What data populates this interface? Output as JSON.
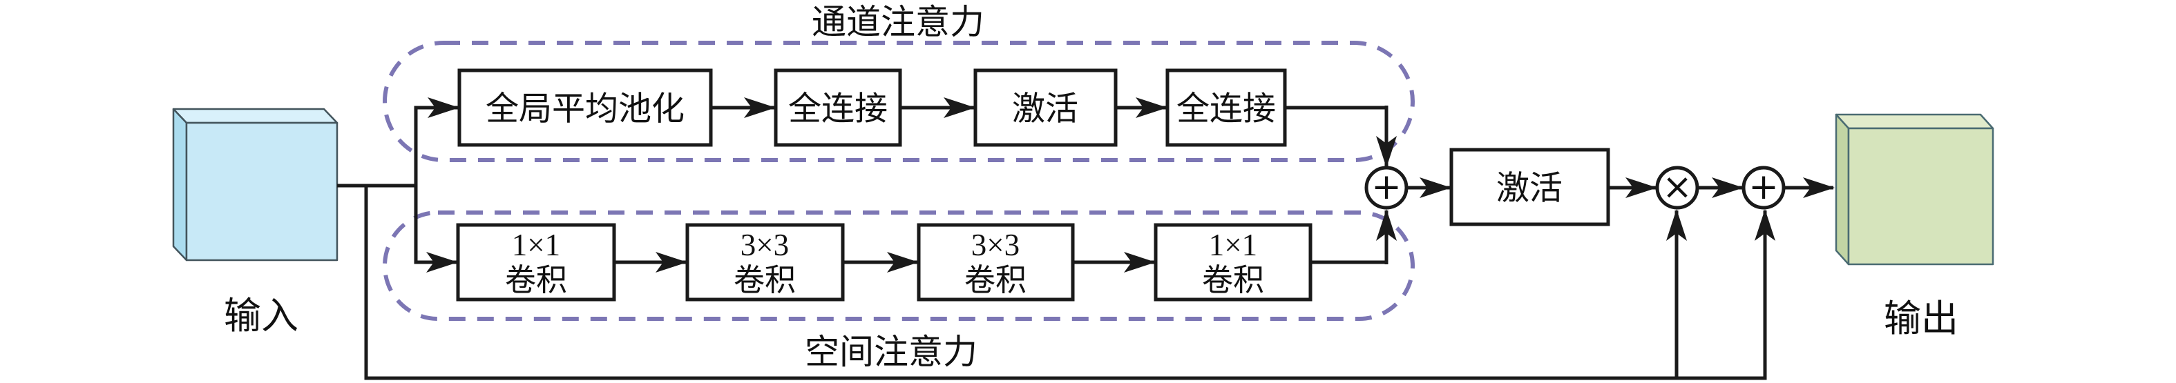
{
  "diagram": {
    "input_label": "输入",
    "output_label": "输出",
    "channel_attention": {
      "title": "通道注意力",
      "boxes": [
        "全局平均池化",
        "全连接",
        "激活",
        "全连接"
      ]
    },
    "spatial_attention": {
      "title": "空间注意力",
      "boxes": [
        {
          "line1": "1×1",
          "line2": "卷积"
        },
        {
          "line1": "3×3",
          "line2": "卷积"
        },
        {
          "line1": "3×3",
          "line2": "卷积"
        },
        {
          "line1": "1×1",
          "line2": "卷积"
        }
      ]
    },
    "fusion": {
      "add_symbol": "+",
      "activation_label": "激活",
      "multiply_symbol": "×",
      "residual_add_symbol": "+"
    },
    "colors": {
      "dashed_region_border": "#7C76B4",
      "operator_fill": "#F0B18E",
      "input_cube_front": "#C8E9F7",
      "input_cube_top": "#D9F1FB",
      "input_cube_side": "#ABDCEF",
      "output_cube_front": "#D6E4BC",
      "output_cube_top": "#E1EBCB",
      "output_cube_side": "#C2D5A4"
    }
  }
}
